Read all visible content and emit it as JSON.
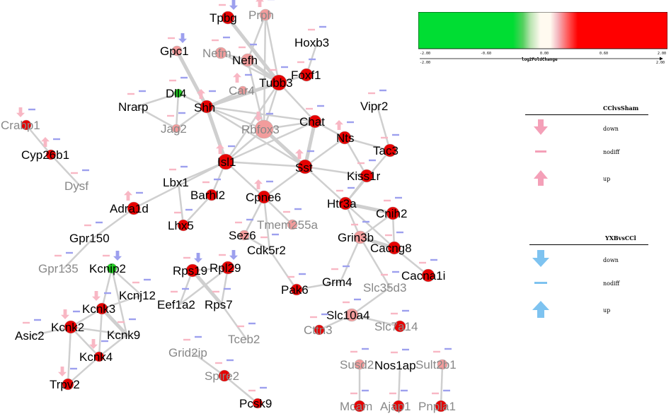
{
  "colorbar": {
    "label": "log2FoldChange",
    "ticks": [
      "-2.00",
      "-0.60",
      "0.00",
      "0.60",
      "2.00"
    ],
    "min_label": "-2.00",
    "max_label": "2.00",
    "colors": {
      "down": "#00dd33",
      "mid": "#fffaf0",
      "up": "#ff0000"
    }
  },
  "legend_ccl": {
    "title": "CClvsSham",
    "color": "#f4a0b8",
    "items": [
      {
        "label": "down",
        "icon": "arrow-down"
      },
      {
        "label": "nodiff",
        "icon": "dash"
      },
      {
        "label": "up",
        "icon": "arrow-up"
      }
    ]
  },
  "legend_yxb": {
    "title": "YXBvsCCl",
    "color": "#7ec3f0",
    "items": [
      {
        "label": "down",
        "icon": "arrow-down"
      },
      {
        "label": "nodiff",
        "icon": "dash"
      },
      {
        "label": "up",
        "icon": "arrow-up"
      }
    ]
  },
  "colors": {
    "strong_node": "#e60000",
    "pale_node": "#f29c9c",
    "green_node": "#22cc22",
    "edge": "#cfcfcf",
    "pink_marker": "#f8b7c4",
    "blue_marker": "#9da0ee"
  },
  "nodes": [
    {
      "id": "Tpbg",
      "label": "Tpbg",
      "style": "strong"
    },
    {
      "id": "Prph",
      "label": "Prph",
      "style": "weak"
    },
    {
      "id": "Hoxb3",
      "label": "Hoxb3",
      "style": "strong"
    },
    {
      "id": "Gpc1",
      "label": "Gpc1",
      "style": "strong"
    },
    {
      "id": "Nefm",
      "label": "Nefm",
      "style": "weak"
    },
    {
      "id": "Nefh",
      "label": "Nefh",
      "style": "strong"
    },
    {
      "id": "Foxf1",
      "label": "Foxf1",
      "style": "strong"
    },
    {
      "id": "Tubb3",
      "label": "Tubb3",
      "style": "strong"
    },
    {
      "id": "Dll4",
      "label": "Dll4",
      "style": "strong"
    },
    {
      "id": "Car4",
      "label": "Car4",
      "style": "weak"
    },
    {
      "id": "Nrarp",
      "label": "Nrarp",
      "style": "strong"
    },
    {
      "id": "Shh",
      "label": "Shh",
      "style": "strong"
    },
    {
      "id": "Vipr2",
      "label": "Vipr2",
      "style": "strong"
    },
    {
      "id": "Jag2",
      "label": "Jag2",
      "style": "weak"
    },
    {
      "id": "Rbfox3",
      "label": "Rbfox3",
      "style": "weak"
    },
    {
      "id": "Chat",
      "label": "Chat",
      "style": "strong"
    },
    {
      "id": "Crabp1",
      "label": "Crabp1",
      "style": "weak"
    },
    {
      "id": "Nts",
      "label": "Nts",
      "style": "strong"
    },
    {
      "id": "Cyp26b1",
      "label": "Cyp26b1",
      "style": "strong"
    },
    {
      "id": "Tac3",
      "label": "Tac3",
      "style": "strong"
    },
    {
      "id": "Isl1",
      "label": "Isl1",
      "style": "strong"
    },
    {
      "id": "Sst",
      "label": "Sst",
      "style": "strong"
    },
    {
      "id": "Kiss1r",
      "label": "Kiss1r",
      "style": "strong"
    },
    {
      "id": "Dysf",
      "label": "Dysf",
      "style": "weak"
    },
    {
      "id": "Lbx1",
      "label": "Lbx1",
      "style": "strong"
    },
    {
      "id": "Barhl2",
      "label": "Barhl2",
      "style": "strong"
    },
    {
      "id": "Cpne6",
      "label": "Cpne6",
      "style": "strong"
    },
    {
      "id": "Adra1d",
      "label": "Adra1d",
      "style": "strong"
    },
    {
      "id": "Htr3a",
      "label": "Htr3a",
      "style": "strong"
    },
    {
      "id": "Cnih2",
      "label": "Cnih2",
      "style": "strong"
    },
    {
      "id": "Lhx5",
      "label": "Lhx5",
      "style": "strong"
    },
    {
      "id": "Tmem255a",
      "label": "Tmem255a",
      "style": "weak"
    },
    {
      "id": "Gpr150",
      "label": "Gpr150",
      "style": "strong"
    },
    {
      "id": "Sez6",
      "label": "Sez6",
      "style": "strong"
    },
    {
      "id": "Grin3b",
      "label": "Grin3b",
      "style": "strong"
    },
    {
      "id": "Cdk5r2",
      "label": "Cdk5r2",
      "style": "strong"
    },
    {
      "id": "Cacng8",
      "label": "Cacng8",
      "style": "strong"
    },
    {
      "id": "Gpr135",
      "label": "Gpr135",
      "style": "weak"
    },
    {
      "id": "Kcnip2",
      "label": "Kcnip2",
      "style": "strong"
    },
    {
      "id": "Rps19",
      "label": "Rps19",
      "style": "strong"
    },
    {
      "id": "Rpl29",
      "label": "Rpl29",
      "style": "strong"
    },
    {
      "id": "Cacna1i",
      "label": "Cacna1i",
      "style": "strong"
    },
    {
      "id": "Kcnj12",
      "label": "Kcnj12",
      "style": "strong"
    },
    {
      "id": "Grm4",
      "label": "Grm4",
      "style": "strong"
    },
    {
      "id": "Slc35d3",
      "label": "Slc35d3",
      "style": "weak"
    },
    {
      "id": "Pak6",
      "label": "Pak6",
      "style": "strong"
    },
    {
      "id": "Eef1a2",
      "label": "Eef1a2",
      "style": "strong"
    },
    {
      "id": "Rps7",
      "label": "Rps7",
      "style": "strong"
    },
    {
      "id": "Kcnk3",
      "label": "Kcnk3",
      "style": "strong"
    },
    {
      "id": "Slc10a4",
      "label": "Slc10a4",
      "style": "strong"
    },
    {
      "id": "Kcnk2",
      "label": "Kcnk2",
      "style": "strong"
    },
    {
      "id": "Kcnk9",
      "label": "Kcnk9",
      "style": "strong"
    },
    {
      "id": "Asic2",
      "label": "Asic2",
      "style": "strong"
    },
    {
      "id": "Cttn3",
      "label": "Cttn3",
      "style": "weak"
    },
    {
      "id": "Slc7a14",
      "label": "Slc7a14",
      "style": "weak"
    },
    {
      "id": "Tceb2",
      "label": "Tceb2",
      "style": "weak"
    },
    {
      "id": "Kcnk4",
      "label": "Kcnk4",
      "style": "strong"
    },
    {
      "id": "Grid2ip",
      "label": "Grid2ip",
      "style": "weak"
    },
    {
      "id": "Susd2",
      "label": "Susd2",
      "style": "weak"
    },
    {
      "id": "Nos1ap",
      "label": "Nos1ap",
      "style": "strong"
    },
    {
      "id": "Sult2b1",
      "label": "Sult2b1",
      "style": "weak"
    },
    {
      "id": "Trpv2",
      "label": "Trpv2",
      "style": "strong"
    },
    {
      "id": "Spire2",
      "label": "Spire2",
      "style": "weak"
    },
    {
      "id": "Pcsk9",
      "label": "Pcsk9",
      "style": "strong"
    },
    {
      "id": "Mcam",
      "label": "Mcam",
      "style": "weak"
    },
    {
      "id": "Ajap1",
      "label": "Ajap1",
      "style": "weak"
    },
    {
      "id": "Pnpla1",
      "label": "Pnpla1",
      "style": "weak"
    }
  ]
}
